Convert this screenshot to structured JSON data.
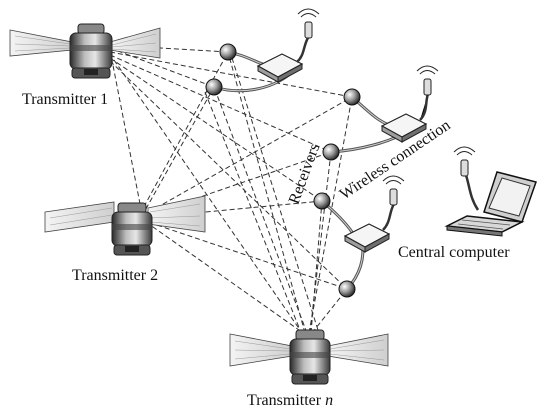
{
  "labels": {
    "transmitter_1": "Transmitter 1",
    "transmitter_2": "Transmitter 2",
    "transmitter_n_prefix": "Transmitter ",
    "transmitter_n_italic": "n",
    "receivers": "Receivers",
    "wireless_connection": "Wireless connection",
    "central_computer": "Central computer"
  }
}
